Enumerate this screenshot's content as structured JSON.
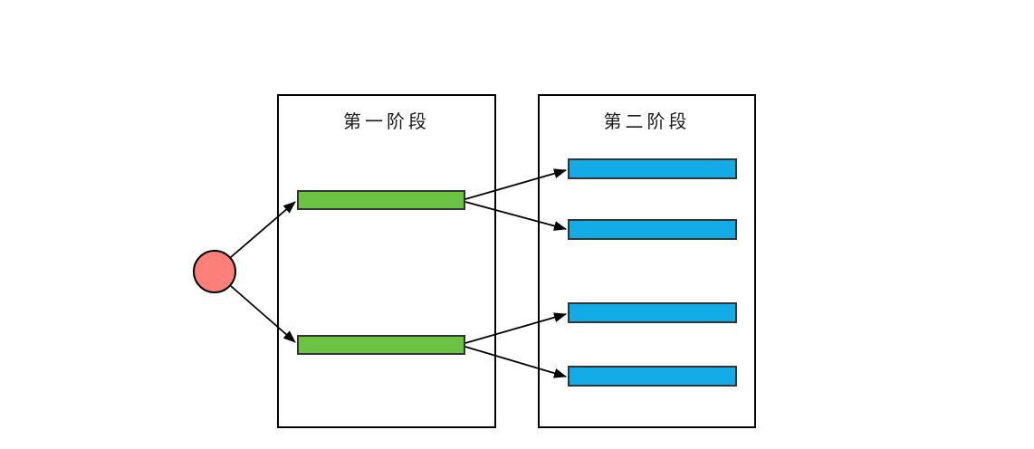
{
  "diagram": {
    "type": "two-stage-flow",
    "background": "#ffffff",
    "start_node": {
      "shape": "circle",
      "label": "",
      "fill": "#fc8079",
      "border": "#000000"
    },
    "stages": [
      {
        "title": "第一阶段",
        "bar_fill": "#6cc243",
        "bar_border": "#333333",
        "bar_count": 2,
        "bars": [
          {
            "label": ""
          },
          {
            "label": ""
          }
        ]
      },
      {
        "title": "第二阶段",
        "bar_fill": "#12abe6",
        "bar_border": "#333333",
        "bar_count": 4,
        "bars": [
          {
            "label": ""
          },
          {
            "label": ""
          },
          {
            "label": ""
          },
          {
            "label": ""
          }
        ]
      }
    ],
    "edges": [
      {
        "from": "start-circle",
        "to": "stage1-bar1"
      },
      {
        "from": "start-circle",
        "to": "stage1-bar2"
      },
      {
        "from": "stage1-bar1",
        "to": "stage2-bar1"
      },
      {
        "from": "stage1-bar1",
        "to": "stage2-bar2"
      },
      {
        "from": "stage1-bar2",
        "to": "stage2-bar3"
      },
      {
        "from": "stage1-bar2",
        "to": "stage2-bar4"
      }
    ],
    "colors": {
      "box_outline": "#000000",
      "arrow": "#000000",
      "title_text": "#1a1a1a"
    }
  }
}
